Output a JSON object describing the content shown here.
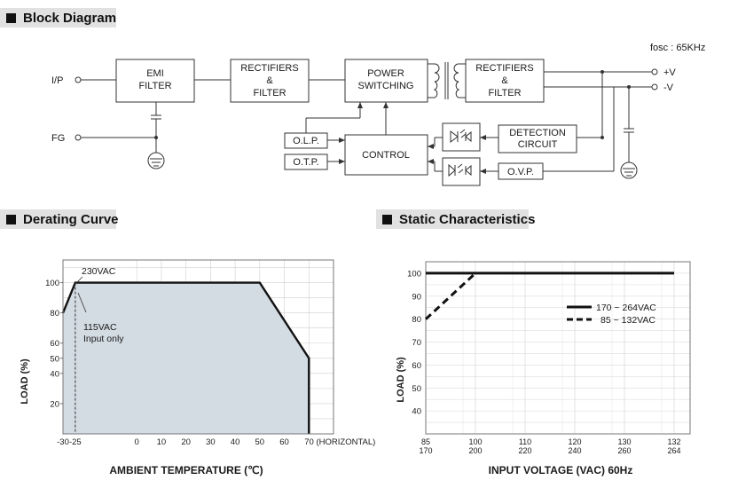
{
  "sections": {
    "block_diagram": "Block Diagram",
    "derating_curve": "Derating Curve",
    "static_characteristics": "Static Characteristics"
  },
  "block_diagram": {
    "fosc": "fosc : 65KHz",
    "input_label": "I/P",
    "fg_label": "FG",
    "output_pos": "+V",
    "output_neg": "-V",
    "emi_line1": "EMI",
    "emi_line2": "FILTER",
    "rect1_line1": "RECTIFIERS",
    "rect1_line2": "&",
    "rect1_line3": "FILTER",
    "power_line1": "POWER",
    "power_line2": "SWITCHING",
    "rect2_line1": "RECTIFIERS",
    "rect2_line2": "&",
    "rect2_line3": "FILTER",
    "olp": "O.L.P.",
    "otp": "O.T.P.",
    "control": "CONTROL",
    "detection_line1": "DETECTION",
    "detection_line2": "CIRCUIT",
    "ovp": "O.V.P."
  },
  "chart_data": [
    {
      "type": "area",
      "title": "",
      "xlabel": "AMBIENT TEMPERATURE (℃)",
      "ylabel": "LOAD (%)",
      "x_ticks": [
        "-30",
        "-25",
        "0",
        "10",
        "20",
        "30",
        "40",
        "50",
        "60",
        "70 (HORIZONTAL)"
      ],
      "y_ticks": [
        "20",
        "40",
        "50",
        "60",
        "80",
        "100"
      ],
      "xlim": [
        -30,
        80
      ],
      "ylim": [
        0,
        115
      ],
      "grid": true,
      "series": [
        {
          "name": "230VAC",
          "x": [
            -30,
            -25,
            50,
            70,
            70
          ],
          "y": [
            80,
            100,
            100,
            50,
            0
          ]
        },
        {
          "name": "115VAC Input only",
          "x": [
            -25,
            -25
          ],
          "y": [
            100,
            0
          ]
        }
      ],
      "annotations": [
        "230VAC",
        "115VAC",
        "Input only"
      ]
    },
    {
      "type": "line",
      "title": "",
      "xlabel": "INPUT VOLTAGE (VAC) 60Hz",
      "ylabel": "LOAD (%)",
      "x_ticks_top": [
        "85",
        "100",
        "110",
        "120",
        "130",
        "132"
      ],
      "x_ticks_bottom": [
        "170",
        "200",
        "220",
        "240",
        "260",
        "264"
      ],
      "y_ticks": [
        "40",
        "50",
        "60",
        "70",
        "80",
        "90",
        "100"
      ],
      "ylim": [
        30,
        105
      ],
      "grid": true,
      "legend_position": "right",
      "series": [
        {
          "name": "170 ~ 264VAC",
          "x": [
            170,
            264
          ],
          "y": [
            100,
            100
          ]
        },
        {
          "name": "85 ~ 132VAC",
          "x": [
            85,
            100
          ],
          "y": [
            80,
            100
          ]
        }
      ]
    }
  ]
}
